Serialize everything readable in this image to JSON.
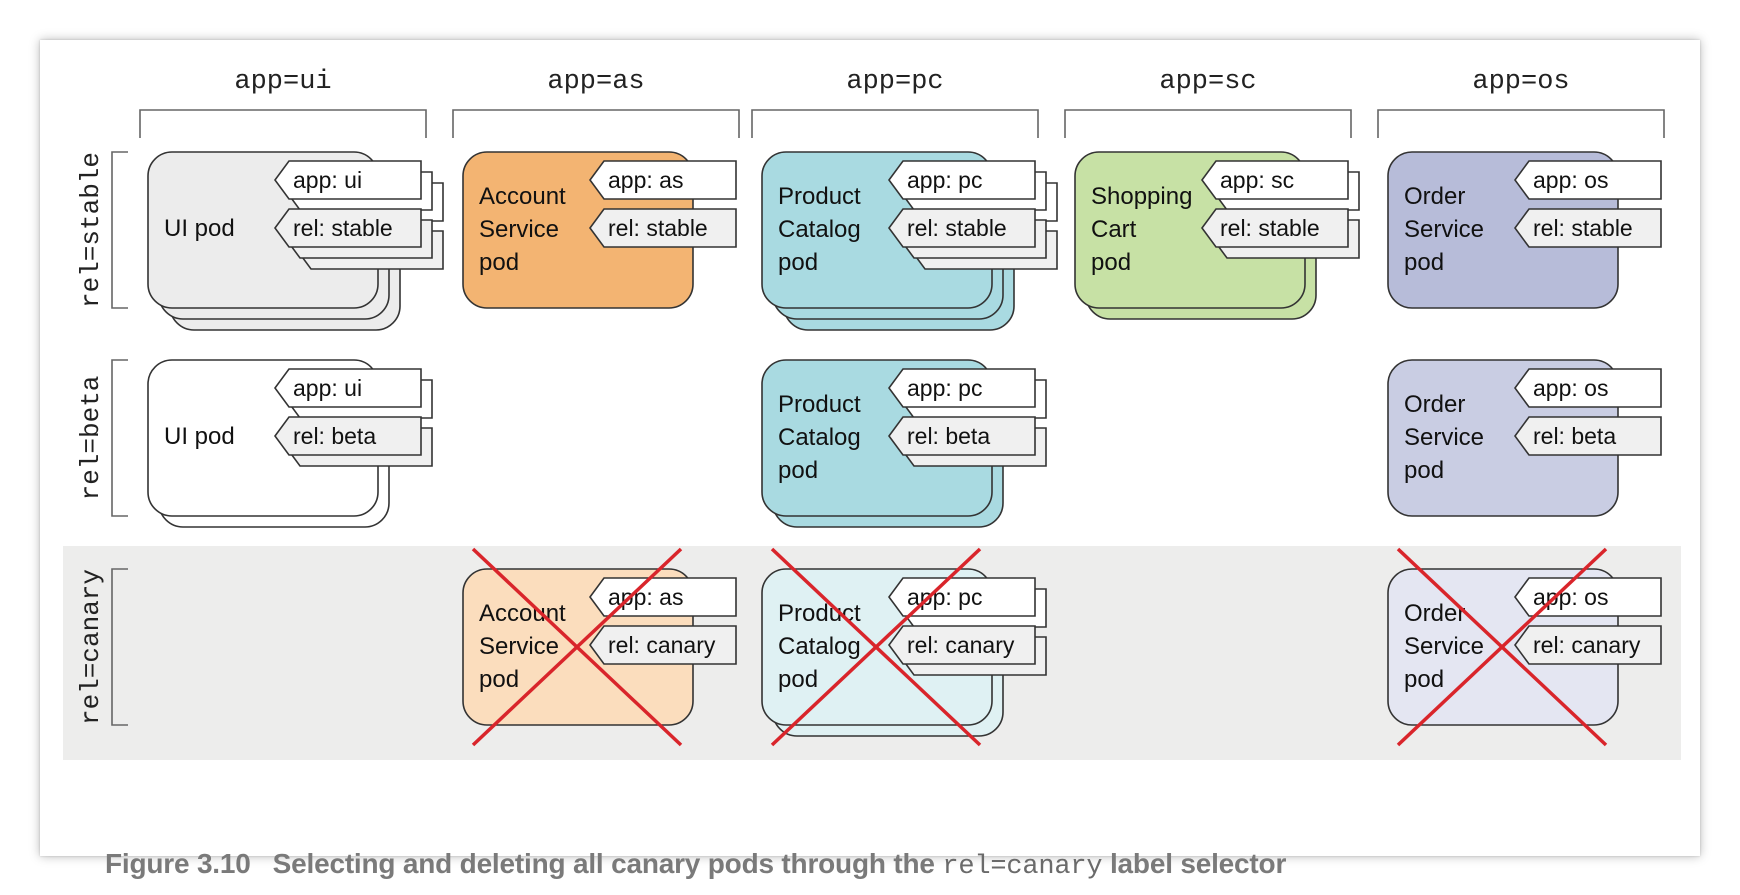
{
  "columns": [
    {
      "key": "ui",
      "label": "app=ui"
    },
    {
      "key": "as",
      "label": "app=as"
    },
    {
      "key": "pc",
      "label": "app=pc"
    },
    {
      "key": "sc",
      "label": "app=sc"
    },
    {
      "key": "os",
      "label": "app=os"
    }
  ],
  "rows": [
    {
      "key": "stable",
      "label": "rel=stable"
    },
    {
      "key": "beta",
      "label": "rel=beta"
    },
    {
      "key": "canary",
      "label": "rel=canary",
      "highlighted": true
    }
  ],
  "pods": [
    {
      "app": "ui",
      "rel": "stable",
      "name": [
        "UI pod"
      ],
      "labels": [
        "app: ui",
        "rel: stable"
      ],
      "fill": "#ececec",
      "copies": 3,
      "deleted": false
    },
    {
      "app": "as",
      "rel": "stable",
      "name": [
        "Account",
        "Service",
        "pod"
      ],
      "labels": [
        "app: as",
        "rel: stable"
      ],
      "fill": "#f3b472",
      "copies": 1,
      "deleted": false
    },
    {
      "app": "pc",
      "rel": "stable",
      "name": [
        "Product",
        "Catalog",
        "pod"
      ],
      "labels": [
        "app: pc",
        "rel: stable"
      ],
      "fill": "#a9dae1",
      "copies": 3,
      "deleted": false
    },
    {
      "app": "sc",
      "rel": "stable",
      "name": [
        "Shopping",
        "Cart",
        "pod"
      ],
      "labels": [
        "app: sc",
        "rel: stable"
      ],
      "fill": "#c7e1a5",
      "copies": 2,
      "deleted": false
    },
    {
      "app": "os",
      "rel": "stable",
      "name": [
        "Order",
        "Service",
        "pod"
      ],
      "labels": [
        "app: os",
        "rel: stable"
      ],
      "fill": "#b7bcd9",
      "copies": 1,
      "deleted": false
    },
    {
      "app": "ui",
      "rel": "beta",
      "name": [
        "UI pod"
      ],
      "labels": [
        "app: ui",
        "rel: beta"
      ],
      "fill": "#ffffff",
      "copies": 2,
      "deleted": false
    },
    {
      "app": "pc",
      "rel": "beta",
      "name": [
        "Product",
        "Catalog",
        "pod"
      ],
      "labels": [
        "app: pc",
        "rel: beta"
      ],
      "fill": "#a9dae1",
      "copies": 2,
      "deleted": false
    },
    {
      "app": "os",
      "rel": "beta",
      "name": [
        "Order",
        "Service",
        "pod"
      ],
      "labels": [
        "app: os",
        "rel: beta"
      ],
      "fill": "#c9cde3",
      "copies": 1,
      "deleted": false
    },
    {
      "app": "as",
      "rel": "canary",
      "name": [
        "Account",
        "Service",
        "pod"
      ],
      "labels": [
        "app: as",
        "rel: canary"
      ],
      "fill": "#fbddbd",
      "copies": 1,
      "deleted": true
    },
    {
      "app": "pc",
      "rel": "canary",
      "name": [
        "Product",
        "Catalog",
        "pod"
      ],
      "labels": [
        "app: pc",
        "rel: canary"
      ],
      "fill": "#dff1f3",
      "copies": 2,
      "deleted": true
    },
    {
      "app": "os",
      "rel": "canary",
      "name": [
        "Order",
        "Service",
        "pod"
      ],
      "labels": [
        "app: os",
        "rel: canary"
      ],
      "fill": "#e4e6f2",
      "copies": 1,
      "deleted": true
    }
  ],
  "colors": {
    "stroke": "#333333",
    "bracket": "#666666",
    "label_tag": "#f0f0f0",
    "canary_band": "#ededec",
    "delete_mark": "#d9252b"
  },
  "caption": {
    "number": "Figure 3.10",
    "text_before": "Selecting and deleting all canary pods through the",
    "code": "rel=canary",
    "text_after": "label selector"
  }
}
